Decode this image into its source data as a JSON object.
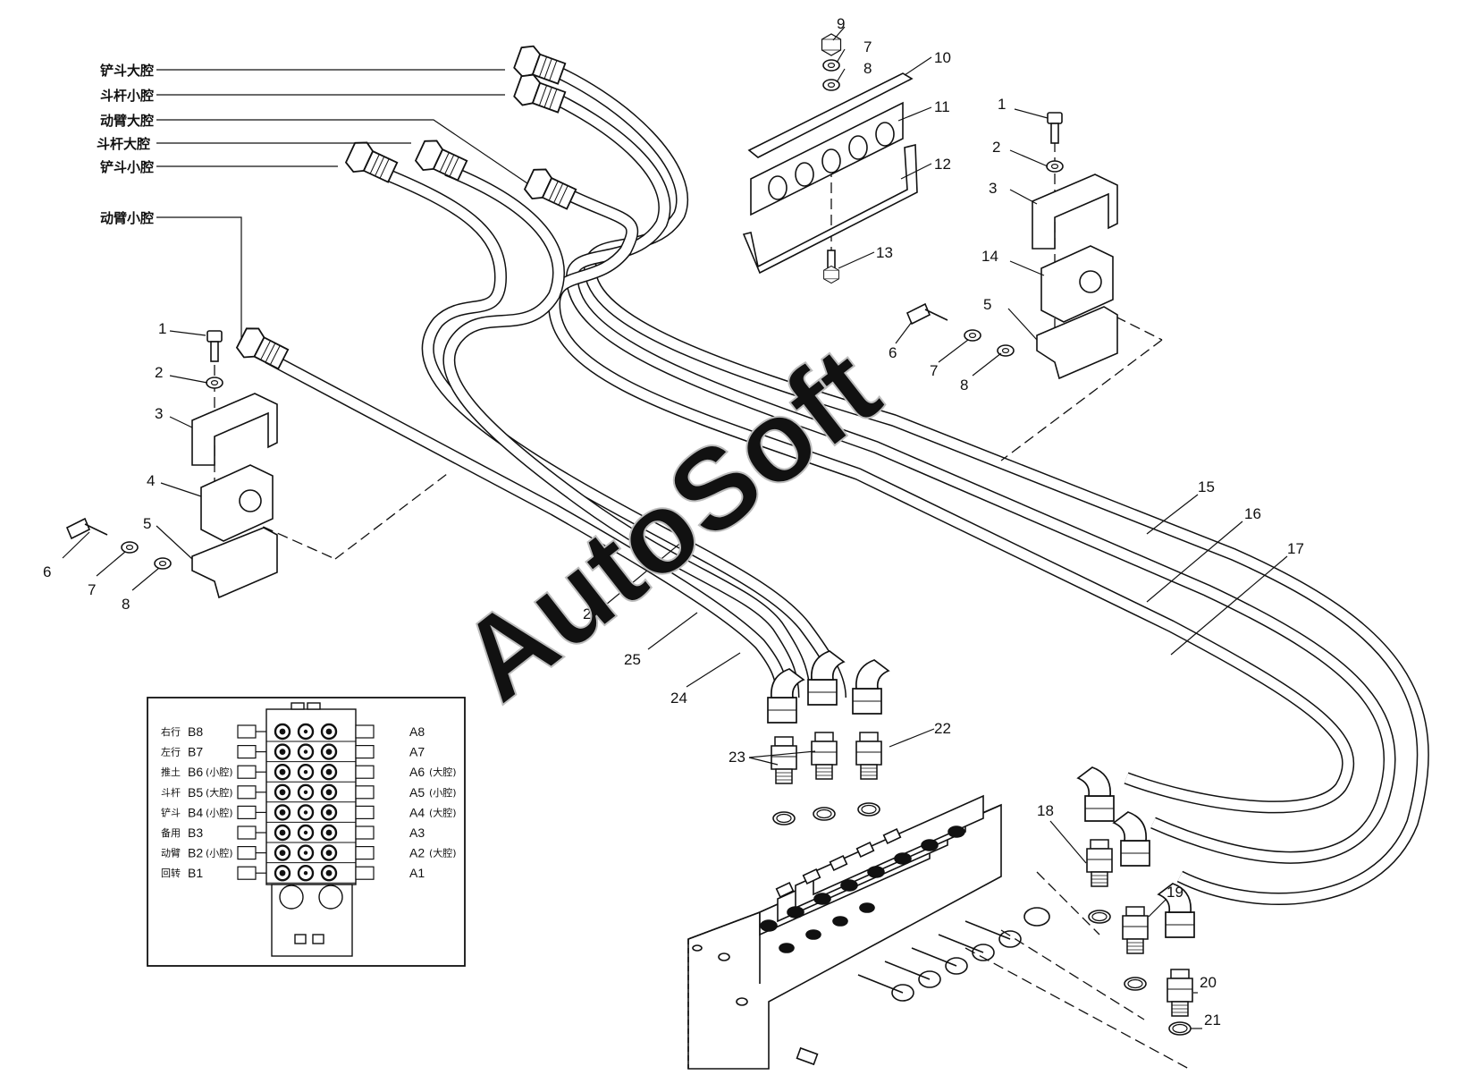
{
  "hose_labels": [
    "铲斗大腔",
    "斗杆小腔",
    "动臂大腔",
    "斗杆大腔",
    "铲斗小腔",
    "动臂小腔"
  ],
  "callouts": {
    "c1": "1",
    "c2": "2",
    "c3": "3",
    "c4": "4",
    "c5": "5",
    "c6": "6",
    "c7": "7",
    "c8": "8",
    "c9": "9",
    "c10": "10",
    "c11": "11",
    "c12": "12",
    "c13": "13",
    "c14": "14",
    "c15": "15",
    "c16": "16",
    "c17": "17",
    "c18": "18",
    "c19": "19",
    "c20": "20",
    "c21": "21",
    "c22": "22",
    "c23": "23",
    "c24": "24",
    "c25": "25",
    "c26": "26"
  },
  "valve_ports": {
    "left": [
      {
        "func": "右行",
        "port": "B8",
        "note": ""
      },
      {
        "func": "左行",
        "port": "B7",
        "note": ""
      },
      {
        "func": "推土",
        "port": "B6",
        "note": "(小腔)"
      },
      {
        "func": "斗杆",
        "port": "B5",
        "note": "(大腔)"
      },
      {
        "func": "铲斗",
        "port": "B4",
        "note": "(小腔)"
      },
      {
        "func": "备用",
        "port": "B3",
        "note": ""
      },
      {
        "func": "动臂",
        "port": "B2",
        "note": "(小腔)"
      },
      {
        "func": "回转",
        "port": "B1",
        "note": ""
      }
    ],
    "right": [
      {
        "port": "A8",
        "note": ""
      },
      {
        "port": "A7",
        "note": ""
      },
      {
        "port": "A6",
        "note": "(大腔)"
      },
      {
        "port": "A5",
        "note": "(小腔)"
      },
      {
        "port": "A4",
        "note": "(大腔)"
      },
      {
        "port": "A3",
        "note": ""
      },
      {
        "port": "A2",
        "note": "(大腔)"
      },
      {
        "port": "A1",
        "note": ""
      }
    ]
  },
  "watermark": "AutoSoft",
  "colors": {
    "ink": "#111111",
    "watermark": "#bdbdbd"
  }
}
